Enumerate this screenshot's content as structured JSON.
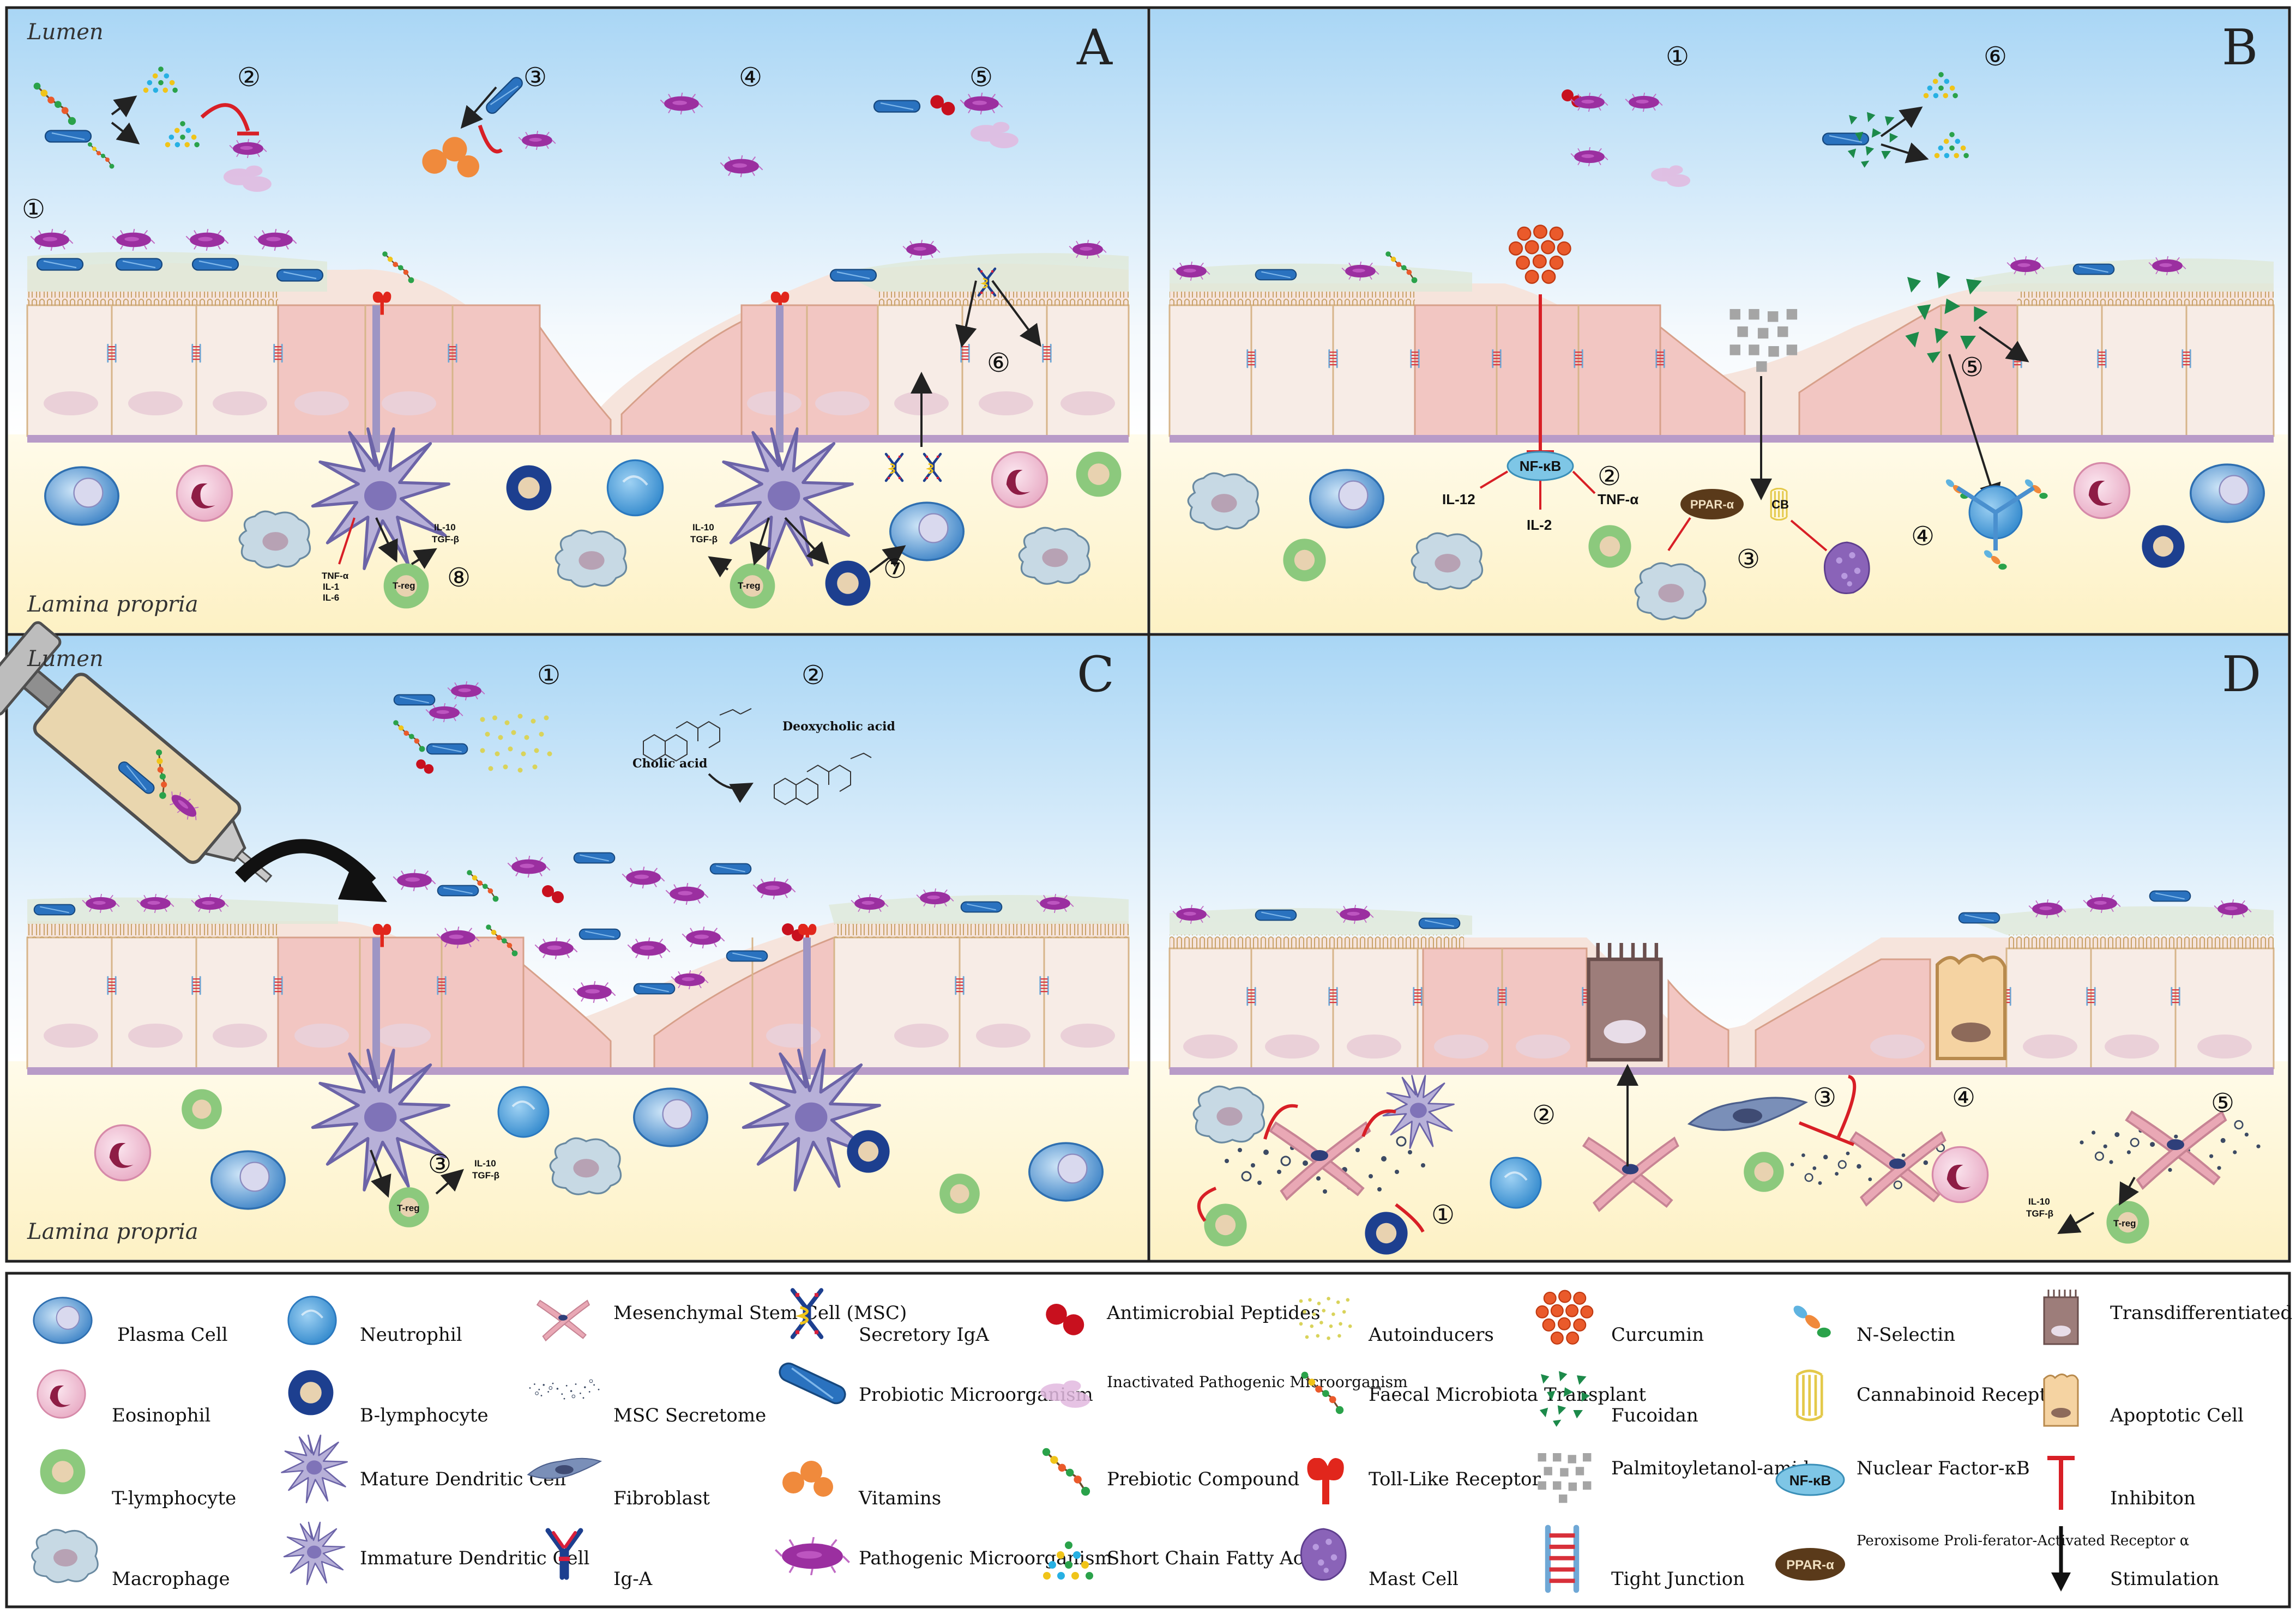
{
  "panels": [
    {
      "id": "A",
      "letter": "A",
      "top_label": "Lumen",
      "bottom_label": "Lamina propria",
      "numbers": [
        "①",
        "②",
        "③",
        "④",
        "⑤",
        "⑥",
        "⑦",
        "⑧"
      ],
      "labels": {
        "treg1": "T-reg",
        "treg2": "T-reg",
        "il10a": "IL-10",
        "tgfa": "TGF-β",
        "il10b": "IL-10",
        "tgfb": "TGF-β",
        "tnf": "TNF-α",
        "il1": "IL-1",
        "il6": "IL-6"
      }
    },
    {
      "id": "B",
      "letter": "B",
      "numbers": [
        "①",
        "②",
        "③",
        "④",
        "⑤",
        "⑥"
      ],
      "labels": {
        "nfkb": "NF-κB",
        "il12": "IL-12",
        "il2": "IL-2",
        "tnf": "TNF-α",
        "ppar": "PPAR-α",
        "cb": "CB"
      }
    },
    {
      "id": "C",
      "letter": "C",
      "top_label": "Lumen",
      "bottom_label": "Lamina propria",
      "numbers": [
        "①",
        "②",
        "③"
      ],
      "labels": {
        "cholic": "Cholic acid",
        "deoxy": "Deoxycholic acid",
        "treg": "T-reg",
        "il10": "IL-10",
        "tgf": "TGF-β"
      }
    },
    {
      "id": "D",
      "letter": "D",
      "numbers": [
        "①",
        "②",
        "③",
        "④",
        "⑤"
      ],
      "labels": {
        "treg": "T-reg",
        "il10": "IL-10",
        "tgf": "TGF-β"
      }
    }
  ],
  "legend": [
    {
      "key": "plasma",
      "label": "Plasma Cell"
    },
    {
      "key": "eosinophil",
      "label": "Eosinophil"
    },
    {
      "key": "tlymph",
      "label": "T-lymphocyte"
    },
    {
      "key": "macrophage",
      "label": "Macrophage"
    },
    {
      "key": "neutrophil",
      "label": "Neutrophil"
    },
    {
      "key": "blymph",
      "label": "B-lymphocyte"
    },
    {
      "key": "matureDC",
      "label": "Mature Dendritic Cell"
    },
    {
      "key": "immatureDC",
      "label": "Immature Dendritic Cell"
    },
    {
      "key": "msc",
      "label": "Mesenchymal Stem Cell (MSC)"
    },
    {
      "key": "secretome",
      "label": "MSC Secretome"
    },
    {
      "key": "fibroblast",
      "label": "Fibroblast"
    },
    {
      "key": "iga",
      "label": "Ig-A"
    },
    {
      "key": "siga",
      "label": "Secretory IgA"
    },
    {
      "key": "probiotic",
      "label": "Probiotic Microorganism"
    },
    {
      "key": "vitamins",
      "label": "Vitamins"
    },
    {
      "key": "pathogen",
      "label": "Pathogenic Microorganism"
    },
    {
      "key": "amp",
      "label": "Antimicrobial Peptides"
    },
    {
      "key": "inactivated",
      "label": "Inactivated Pathogenic Microorganism"
    },
    {
      "key": "prebiotic",
      "label": "Prebiotic Compound"
    },
    {
      "key": "scfa",
      "label": "Short Chain Fatty Acids"
    },
    {
      "key": "autoinducers",
      "label": "Autoinducers"
    },
    {
      "key": "fmt",
      "label": "Faecal Microbiota Transplant"
    },
    {
      "key": "tlr",
      "label": "Toll-Like Receptor"
    },
    {
      "key": "mast",
      "label": "Mast Cell"
    },
    {
      "key": "curcumin",
      "label": "Curcumin"
    },
    {
      "key": "fucoidan",
      "label": "Fucoidan"
    },
    {
      "key": "pea",
      "label": "Palmitoyletanol-amide"
    },
    {
      "key": "tj",
      "label": "Tight Junction"
    },
    {
      "key": "nselectin",
      "label": "N-Selectin"
    },
    {
      "key": "cbr",
      "label": "Cannabinoid Receptor"
    },
    {
      "key": "nfkb",
      "label": "Nuclear Factor-κB",
      "badge": "NF-κB"
    },
    {
      "key": "ppar",
      "label": "Peroxisome Proli-ferator-Activated Receptor α",
      "badge": "PPAR-α"
    },
    {
      "key": "transdiff",
      "label": "Transdifferentiated Cell"
    },
    {
      "key": "apoptotic",
      "label": "Apoptotic Cell"
    },
    {
      "key": "inhibition",
      "label": "Inhibiton"
    },
    {
      "key": "stimulation",
      "label": "Stimulation"
    }
  ],
  "colors": {
    "lumen_top": "#bfe0f7",
    "lumen_bottom": "#ffffff",
    "lamina": "#fdf3c8",
    "epithelium": "#f6e8e0",
    "inflamed": "#f2c2c0",
    "membrane": "#b89bc8",
    "inhibit": "#d81f26",
    "pathogen": "#9b2fa0",
    "probiotic": "#1f6fb8"
  }
}
